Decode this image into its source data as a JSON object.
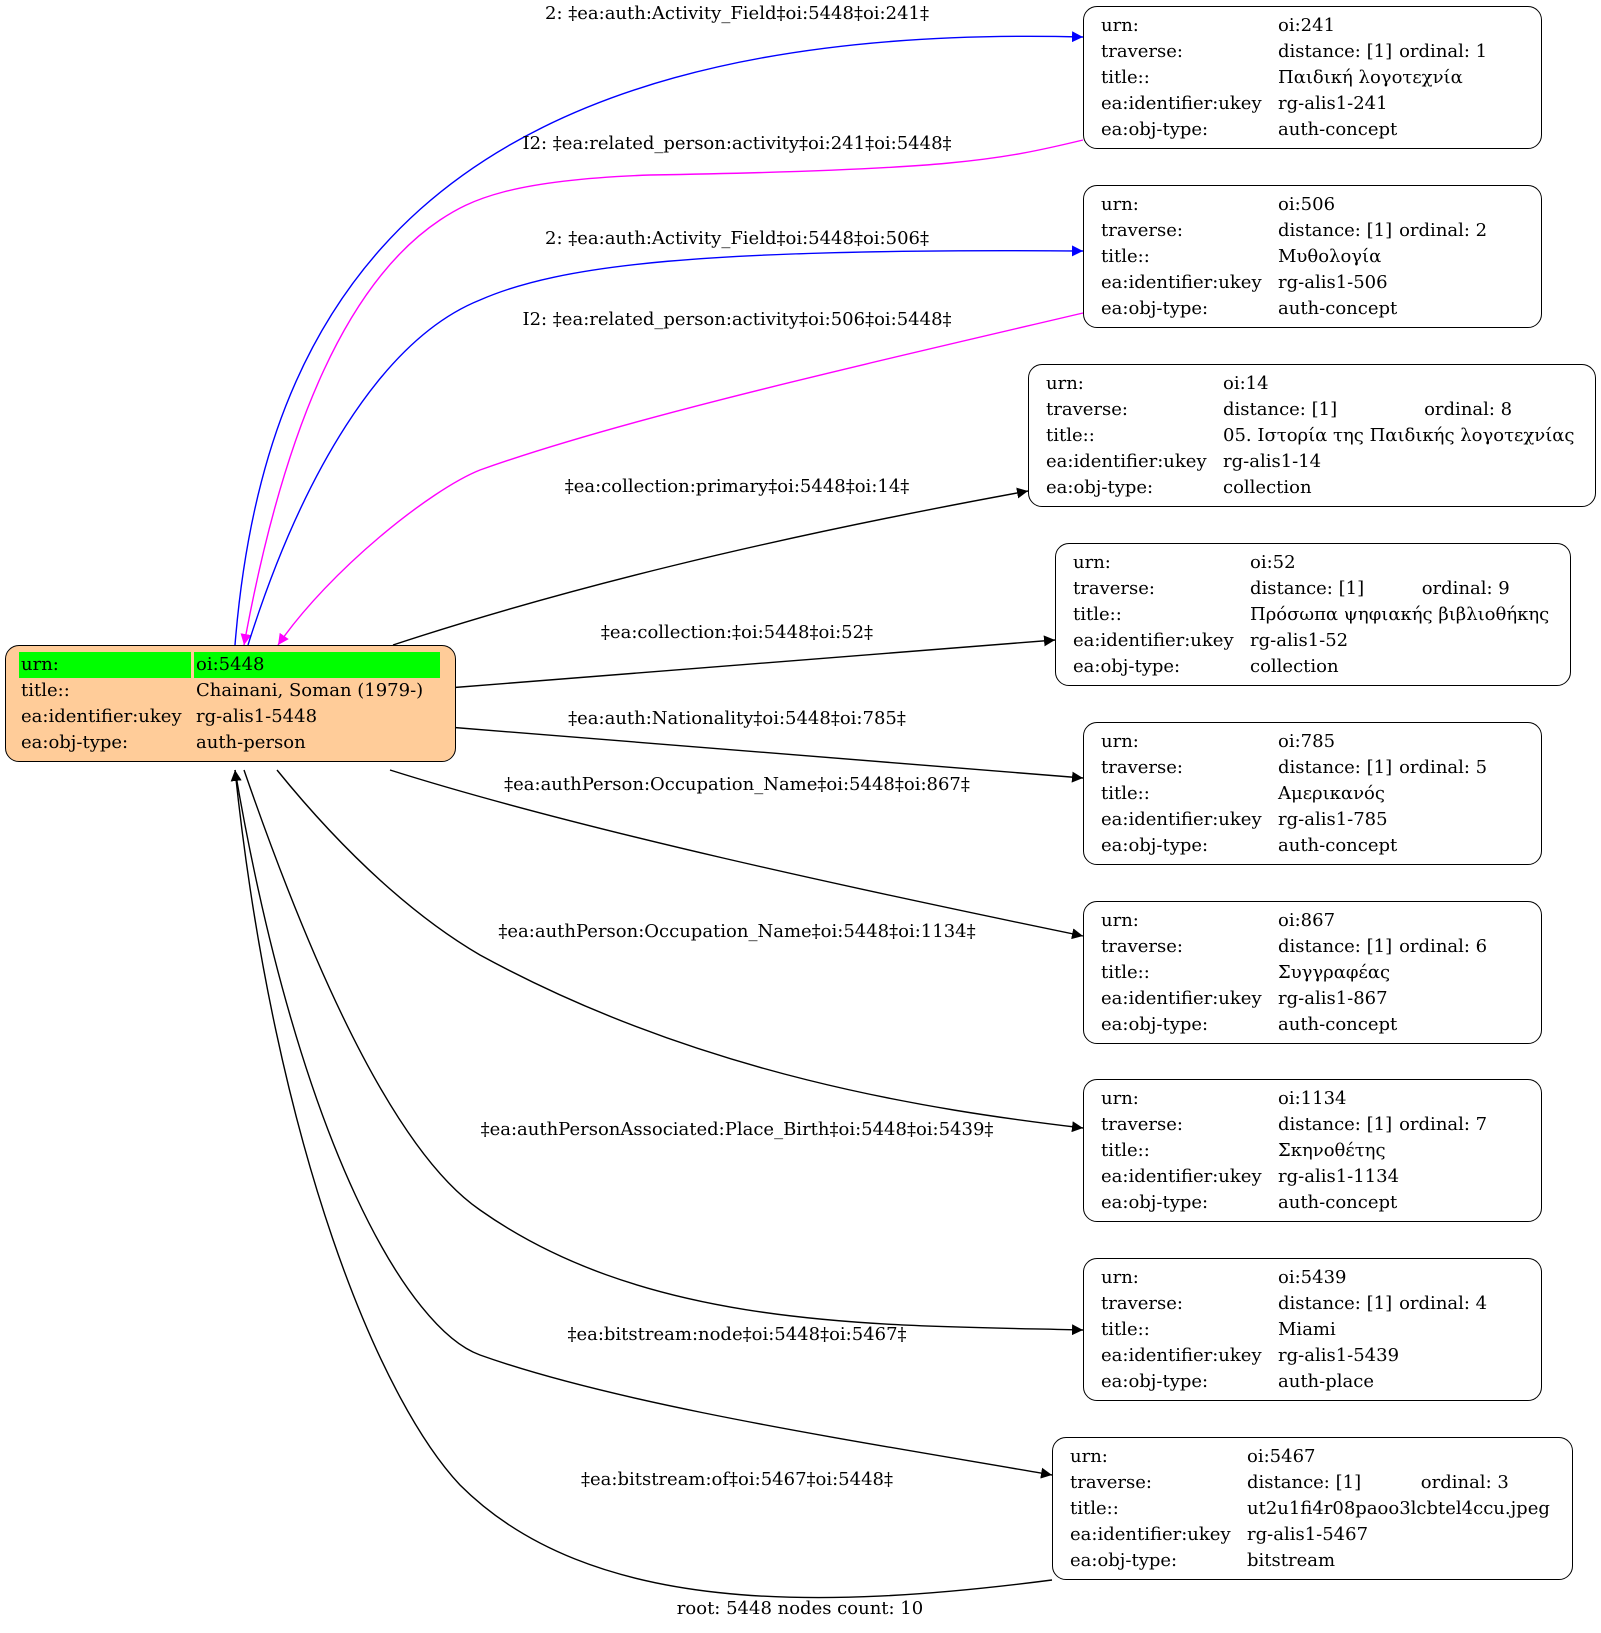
{
  "colors": {
    "root_fill": "#ffcc99",
    "highlight": "#00ff00",
    "forward_activity_edge": "#0000ff",
    "reverse_activity_edge": "#ff00ff",
    "default_edge": "#000000"
  },
  "root": {
    "rows": [
      {
        "k": "urn:",
        "v": "oi:5448"
      },
      {
        "k": "title::",
        "v": "Chainani, Soman (1979-)"
      },
      {
        "k": "ea:identifier:ukey",
        "v": "rg-alis1-5448"
      },
      {
        "k": "ea:obj-type:",
        "v": "auth-person"
      }
    ]
  },
  "nodes": [
    {
      "urn_k": "urn:",
      "urn": "oi:241",
      "trav_k": "traverse:",
      "distance": "distance: [1]",
      "ordinal": "ordinal: 1",
      "title_k": "title::",
      "title": "Παιδική λογοτεχνία",
      "ukey_k": "ea:identifier:ukey",
      "ukey": "rg-alis1-241",
      "type_k": "ea:obj-type:",
      "type": "auth-concept"
    },
    {
      "urn_k": "urn:",
      "urn": "oi:506",
      "trav_k": "traverse:",
      "distance": "distance: [1]",
      "ordinal": "ordinal: 2",
      "title_k": "title::",
      "title": "Μυθολογία",
      "ukey_k": "ea:identifier:ukey",
      "ukey": "rg-alis1-506",
      "type_k": "ea:obj-type:",
      "type": "auth-concept"
    },
    {
      "urn_k": "urn:",
      "urn": "oi:14",
      "trav_k": "traverse:",
      "distance": "distance: [1]",
      "ordinal": "ordinal: 8",
      "title_k": "title::",
      "title": "05. Ιστορία της Παιδικής λογοτεχνίας",
      "ukey_k": "ea:identifier:ukey",
      "ukey": "rg-alis1-14",
      "type_k": "ea:obj-type:",
      "type": "collection"
    },
    {
      "urn_k": "urn:",
      "urn": "oi:52",
      "trav_k": "traverse:",
      "distance": "distance: [1]",
      "ordinal": "ordinal: 9",
      "title_k": "title::",
      "title": "Πρόσωπα ψηφιακής βιβλιοθήκης",
      "ukey_k": "ea:identifier:ukey",
      "ukey": "rg-alis1-52",
      "type_k": "ea:obj-type:",
      "type": "collection"
    },
    {
      "urn_k": "urn:",
      "urn": "oi:785",
      "trav_k": "traverse:",
      "distance": "distance: [1]",
      "ordinal": "ordinal: 5",
      "title_k": "title::",
      "title": "Αμερικανός",
      "ukey_k": "ea:identifier:ukey",
      "ukey": "rg-alis1-785",
      "type_k": "ea:obj-type:",
      "type": "auth-concept"
    },
    {
      "urn_k": "urn:",
      "urn": "oi:867",
      "trav_k": "traverse:",
      "distance": "distance: [1]",
      "ordinal": "ordinal: 6",
      "title_k": "title::",
      "title": "Συγγραφέας",
      "ukey_k": "ea:identifier:ukey",
      "ukey": "rg-alis1-867",
      "type_k": "ea:obj-type:",
      "type": "auth-concept"
    },
    {
      "urn_k": "urn:",
      "urn": "oi:1134",
      "trav_k": "traverse:",
      "distance": "distance: [1]",
      "ordinal": "ordinal: 7",
      "title_k": "title::",
      "title": "Σκηνοθέτης",
      "ukey_k": "ea:identifier:ukey",
      "ukey": "rg-alis1-1134",
      "type_k": "ea:obj-type:",
      "type": "auth-concept"
    },
    {
      "urn_k": "urn:",
      "urn": "oi:5439",
      "trav_k": "traverse:",
      "distance": "distance: [1]",
      "ordinal": "ordinal: 4",
      "title_k": "title::",
      "title": "Miami",
      "ukey_k": "ea:identifier:ukey",
      "ukey": "rg-alis1-5439",
      "type_k": "ea:obj-type:",
      "type": "auth-place"
    },
    {
      "urn_k": "urn:",
      "urn": "oi:5467",
      "trav_k": "traverse:",
      "distance": "distance: [1]",
      "ordinal": "ordinal: 3",
      "title_k": "title::",
      "title": "ut2u1fi4r08paoo3lcbtel4ccu.jpeg",
      "ukey_k": "ea:identifier:ukey",
      "ukey": "rg-alis1-5467",
      "type_k": "ea:obj-type:",
      "type": "bitstream"
    }
  ],
  "edges": [
    {
      "label": "2: ‡ea:auth:Activity_Field‡oi:5448‡oi:241‡",
      "color": "#0000ff"
    },
    {
      "label": "I2: ‡ea:related_person:activity‡oi:241‡oi:5448‡",
      "color": "#ff00ff"
    },
    {
      "label": "2: ‡ea:auth:Activity_Field‡oi:5448‡oi:506‡",
      "color": "#0000ff"
    },
    {
      "label": "I2: ‡ea:related_person:activity‡oi:506‡oi:5448‡",
      "color": "#ff00ff"
    },
    {
      "label": "‡ea:collection:primary‡oi:5448‡oi:14‡",
      "color": "#000000"
    },
    {
      "label": "‡ea:collection:‡oi:5448‡oi:52‡",
      "color": "#000000"
    },
    {
      "label": "‡ea:auth:Nationality‡oi:5448‡oi:785‡",
      "color": "#000000"
    },
    {
      "label": "‡ea:authPerson:Occupation_Name‡oi:5448‡oi:867‡",
      "color": "#000000"
    },
    {
      "label": "‡ea:authPerson:Occupation_Name‡oi:5448‡oi:1134‡",
      "color": "#000000"
    },
    {
      "label": "‡ea:authPersonAssociated:Place_Birth‡oi:5448‡oi:5439‡",
      "color": "#000000"
    },
    {
      "label": "‡ea:bitstream:node‡oi:5448‡oi:5467‡",
      "color": "#000000"
    },
    {
      "label": "‡ea:bitstream:of‡oi:5467‡oi:5448‡",
      "color": "#000000"
    }
  ],
  "footer": "root: 5448 nodes count: 10"
}
